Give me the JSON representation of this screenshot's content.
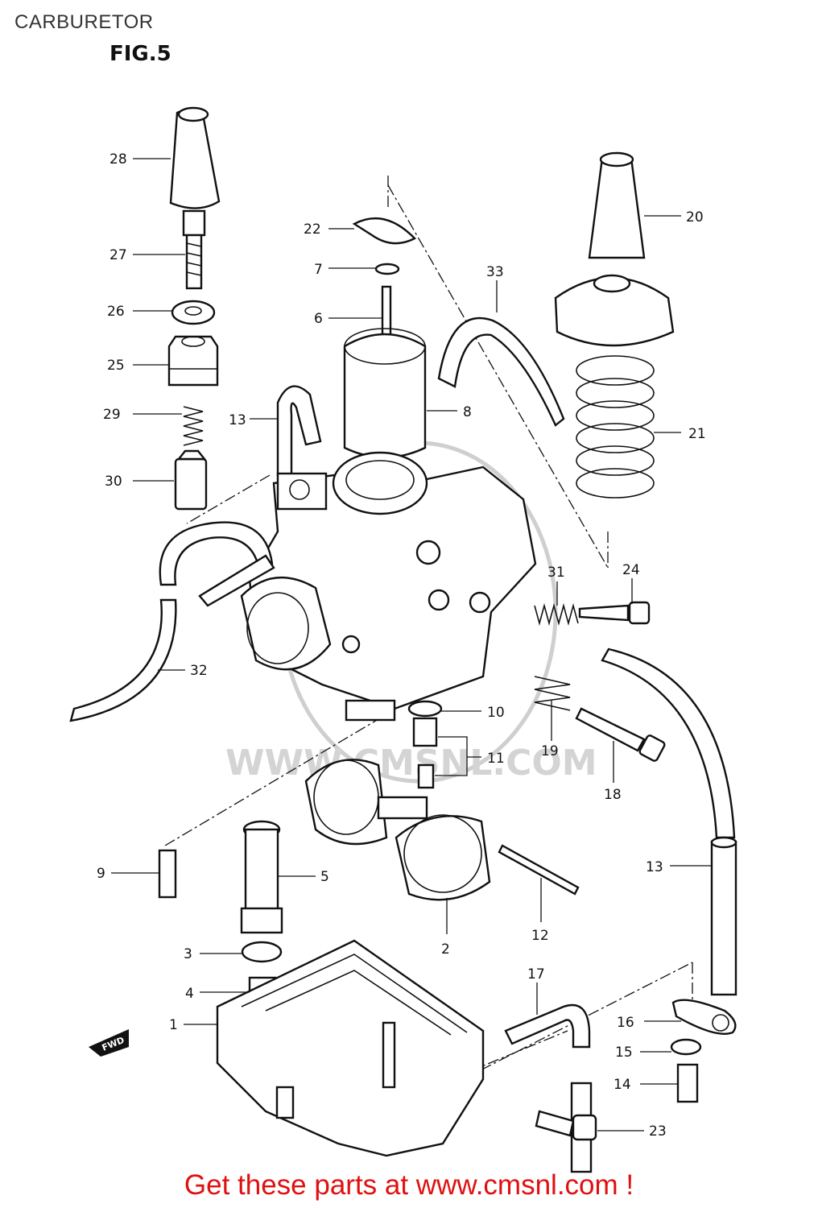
{
  "header": {
    "title": "CARBURETOR",
    "figure": "FIG.5"
  },
  "watermark": {
    "text": "WWW.CMSNL.COM"
  },
  "direction_badge": "FWD",
  "parts": {
    "p1": "1",
    "p2": "2",
    "p3": "3",
    "p4": "4",
    "p5": "5",
    "p6": "6",
    "p7": "7",
    "p8": "8",
    "p9": "9",
    "p10": "10",
    "p11": "11",
    "p12": "12",
    "p13a": "13",
    "p13b": "13",
    "p14": "14",
    "p15": "15",
    "p16": "16",
    "p17": "17",
    "p18": "18",
    "p19": "19",
    "p20": "20",
    "p21": "21",
    "p22": "22",
    "p23": "23",
    "p24": "24",
    "p25": "25",
    "p26": "26",
    "p27": "27",
    "p28": "28",
    "p29": "29",
    "p30": "30",
    "p31": "31",
    "p32": "32",
    "p33": "33"
  },
  "footer": {
    "text": "Get these parts at www.cmsnl.com !"
  }
}
